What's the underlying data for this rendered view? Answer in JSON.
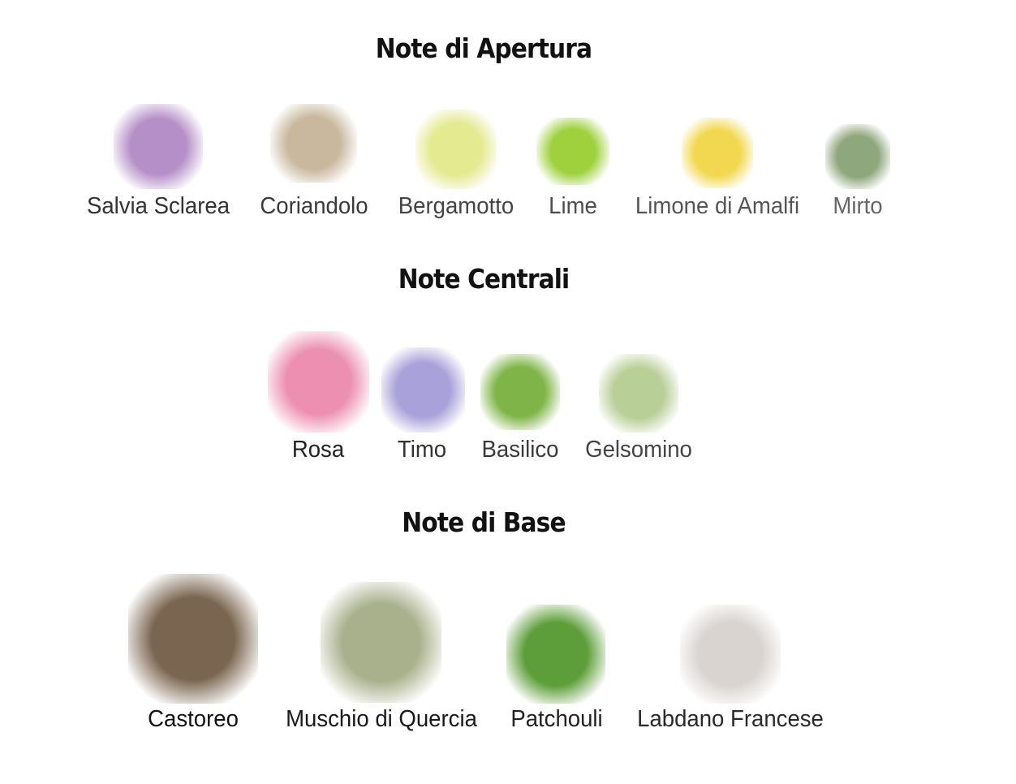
{
  "sections": [
    {
      "title": "Note di Apertura",
      "notes": [
        {
          "name": "Salvia Sclarea",
          "icon": "clary-sage-image",
          "color": "#b58fc7"
        },
        {
          "name": "Coriandolo",
          "icon": "coriander-image",
          "color": "#c9b89e"
        },
        {
          "name": "Bergamotto",
          "icon": "bergamot-image",
          "color": "#e3ea8f"
        },
        {
          "name": "Lime",
          "icon": "lime-image",
          "color": "#9fd13f"
        },
        {
          "name": "Limone di Amalfi",
          "icon": "amalfi-lemon-image",
          "color": "#f2d850"
        },
        {
          "name": "Mirto",
          "icon": "myrtle-image",
          "color": "#8fa77c"
        }
      ]
    },
    {
      "title": "Note Centrali",
      "notes": [
        {
          "name": "Rosa",
          "icon": "rose-image",
          "color": "#ec8fb0"
        },
        {
          "name": "Timo",
          "icon": "thyme-image",
          "color": "#a9a1d9"
        },
        {
          "name": "Basilico",
          "icon": "basil-image",
          "color": "#7fb548"
        },
        {
          "name": "Gelsomino",
          "icon": "jasmine-image",
          "color": "#b9cf98"
        }
      ]
    },
    {
      "title": "Note di Base",
      "notes": [
        {
          "name": "Castoreo",
          "icon": "castoreum-image",
          "color": "#7a6650"
        },
        {
          "name": "Muschio di Quercia",
          "icon": "oakmoss-image",
          "color": "#a9b08c"
        },
        {
          "name": "Patchouli",
          "icon": "patchouli-image",
          "color": "#5e9e3a"
        },
        {
          "name": "Labdano Francese",
          "icon": "labdanum-image",
          "color": "#d9d4d0"
        }
      ]
    }
  ]
}
